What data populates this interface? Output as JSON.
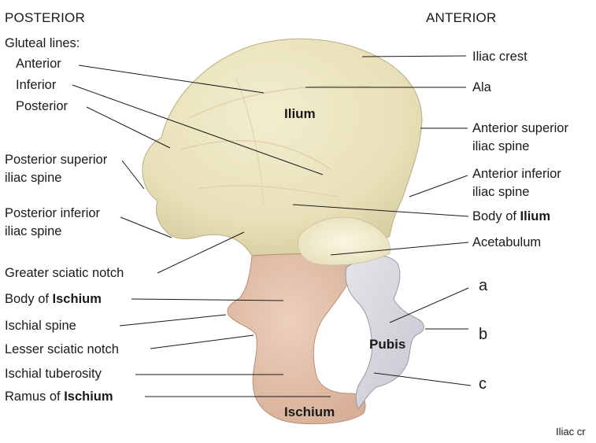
{
  "headings": {
    "posterior": "POSTERIOR",
    "anterior": "ANTERIOR"
  },
  "left_labels": {
    "gluteal_lines": "Gluteal lines:",
    "anterior": "Anterior",
    "inferior": "Inferior",
    "posterior": "Posterior",
    "psis_1": "Posterior superior",
    "psis_2": "iliac spine",
    "piis_1": "Posterior inferior",
    "piis_2": "iliac spine",
    "greater_sciatic_notch": "Greater sciatic notch",
    "body_ischium_prefix": "Body of ",
    "body_ischium_bold": "Ischium",
    "ischial_spine": "Ischial spine",
    "lesser_sciatic_notch": "Lesser sciatic notch",
    "ischial_tuberosity": "Ischial tuberosity",
    "ramus_prefix": "Ramus of ",
    "ramus_bold": "Ischium"
  },
  "right_labels": {
    "iliac_crest": "Iliac crest",
    "ala": "Ala",
    "asis_1": "Anterior superior",
    "asis_2": "iliac spine",
    "aiis_1": "Anterior inferior",
    "aiis_2": "iliac spine",
    "body_ilium_prefix": "Body of ",
    "body_ilium_bold": "Ilium",
    "acetabulum": "Acetabulum",
    "a": "a",
    "b": "b",
    "c": "c"
  },
  "bone_labels": {
    "ilium": "Ilium",
    "pubis": "Pubis",
    "ischium": "Ischium"
  },
  "footer_fragment": "Iliac cr",
  "colors": {
    "ilium": "#ecE6c2",
    "ischium": "#e3c2ad",
    "pubis": "#d8d8de",
    "leader": "#1a1a1a"
  }
}
